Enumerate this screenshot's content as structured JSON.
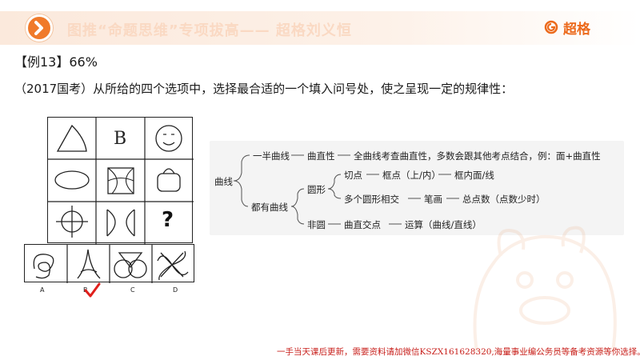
{
  "header": {
    "title": "图推“命题思维”专项拔高—— 超格刘义恒",
    "brand": "超格"
  },
  "question": {
    "example": "【例13】66%",
    "text": "（2017国考）从所给的四个选项中，选择最合适的一个填入问号处，使之呈现一定的规律性："
  },
  "puzzle": {
    "grid_letter": "B",
    "question_mark": "?",
    "options": [
      "A",
      "B",
      "C",
      "D"
    ],
    "answer": "B",
    "checkmark": "✓"
  },
  "mindmap": {
    "root": "曲线",
    "branch1": {
      "label": "一半曲线",
      "node": "曲直性",
      "desc": "全曲线考查曲直性，多数会跟其他考点结合，例：面+曲直性"
    },
    "branch2": {
      "label": "都有曲线",
      "circle": {
        "label": "圆形",
        "tangent": "切点",
        "tangent_detail": "框点（上/内）",
        "tangent_result": "框内面/线",
        "intersect": "多个圆形相交",
        "stroke": "笔画",
        "stroke_detail": "总点数（点数少时）"
      },
      "noncircle": {
        "label": "非圆",
        "cross": "曲直交点",
        "calc": "运算（曲线/直线）"
      }
    }
  },
  "footer": {
    "note": "一手当天课后更新，需要资料请加微信KSZX161628320,海量事业编公务员等备考资源等你选择。"
  },
  "colors": {
    "accent": "#f07a2a",
    "brand": "#ec6a1c",
    "check": "#e0201c",
    "footer": "#c8201c"
  }
}
